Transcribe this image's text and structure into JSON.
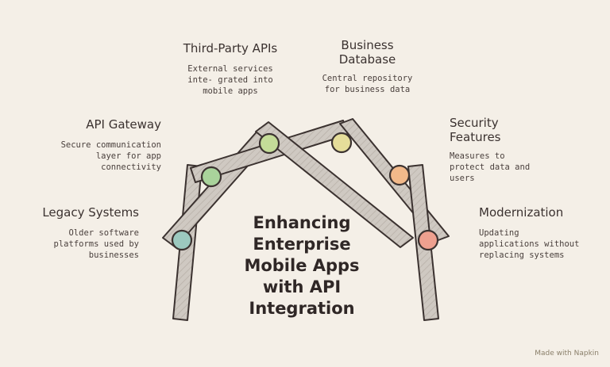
{
  "title": "Enhancing Enterprise Mobile Apps with API Integration",
  "watermark": "Made with Napkin",
  "nodes": [
    {
      "title": "Legacy Systems",
      "description": "Older software platforms used by businesses",
      "color": "#9cc9bf"
    },
    {
      "title": "API Gateway",
      "description": "Secure communication layer for app connectivity",
      "color": "#a9d39b"
    },
    {
      "title": "Third-Party APIs",
      "description": "External services inte- grated into mobile apps",
      "color": "#c4dc98"
    },
    {
      "title": "Business Database",
      "description": "Central repository for business data",
      "color": "#e5dd9a"
    },
    {
      "title": "Security Features",
      "description": "Measures to protect data and users",
      "color": "#f2b98a"
    },
    {
      "title": "Modernization",
      "description": "Updating applications without replacing systems",
      "color": "#eea08f"
    }
  ]
}
